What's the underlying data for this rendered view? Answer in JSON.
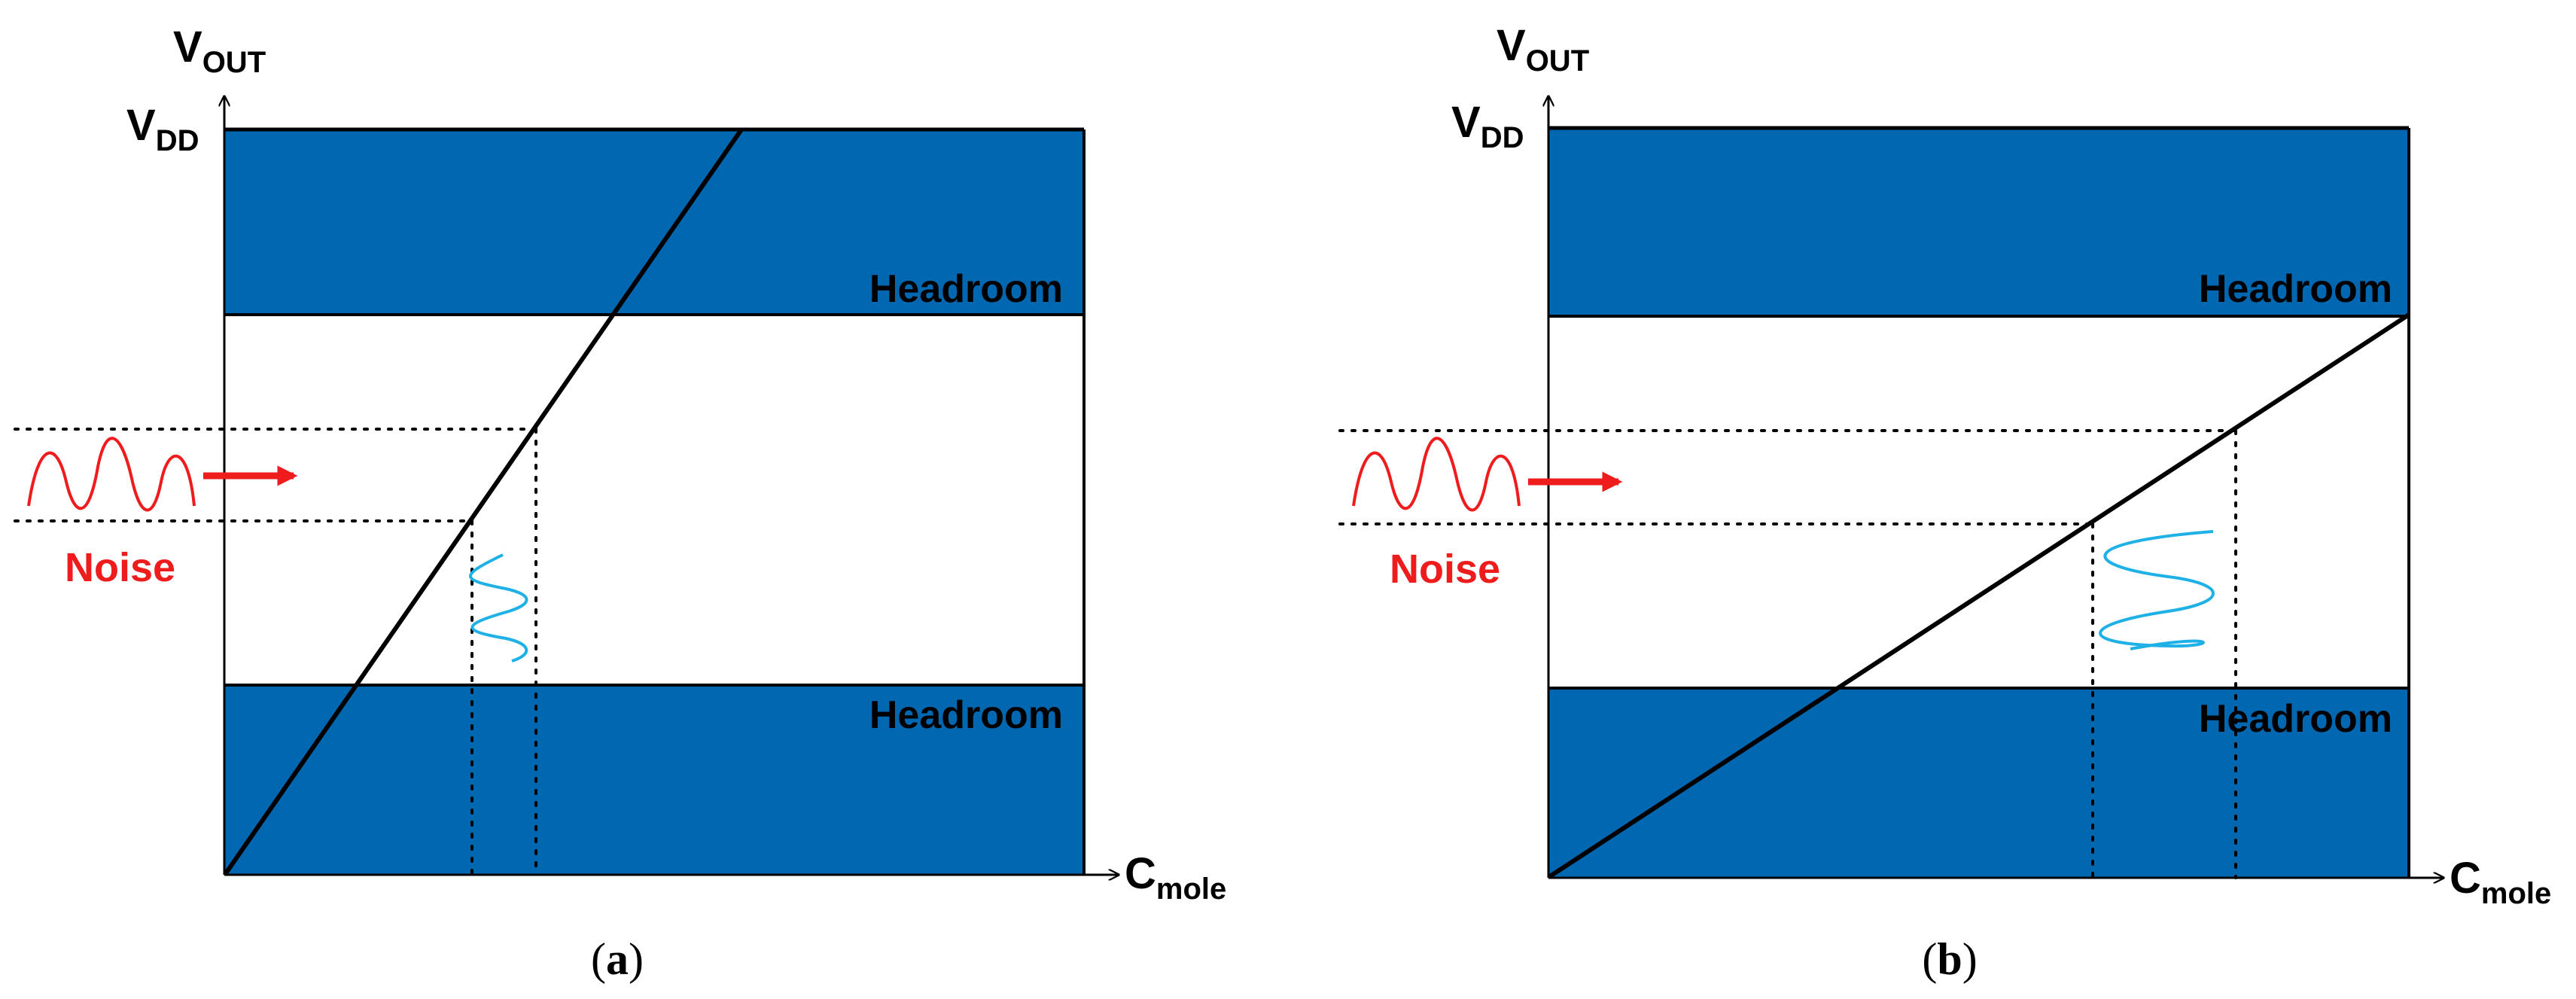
{
  "colors": {
    "band": "#0067b0",
    "axis": "#000000",
    "noise": "#ee1c1c",
    "signal": "#1fb1e6",
    "background": "#ffffff"
  },
  "panels": [
    {
      "id": "a",
      "caption_open": "(",
      "caption_letter": "a",
      "caption_close": ")",
      "y_axis": {
        "main": "V",
        "sub": "OUT"
      },
      "vdd": {
        "main": "V",
        "sub": "DD"
      },
      "x_axis": {
        "main": "C",
        "sub": "mole"
      },
      "headroom_top": "Headroom",
      "headroom_bottom": "Headroom",
      "noise_label": "Noise",
      "response_slope": "steep"
    },
    {
      "id": "b",
      "caption_open": "(",
      "caption_letter": "b",
      "caption_close": ")",
      "y_axis": {
        "main": "V",
        "sub": "OUT"
      },
      "vdd": {
        "main": "V",
        "sub": "DD"
      },
      "x_axis": {
        "main": "C",
        "sub": "mole"
      },
      "headroom_top": "Headroom",
      "headroom_bottom": "Headroom",
      "noise_label": "Noise",
      "response_slope": "shallow"
    }
  ]
}
